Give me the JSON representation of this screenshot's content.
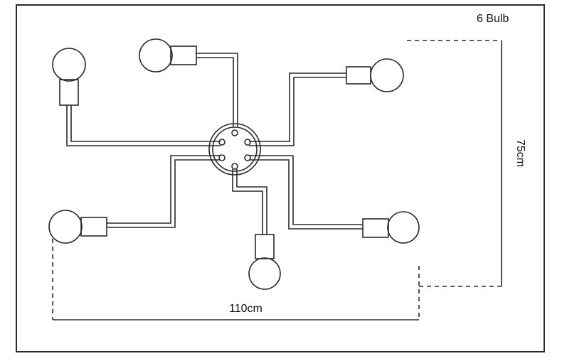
{
  "diagram": {
    "title": "6 Bulb",
    "width_dimension": "110cm",
    "height_dimension": "75cm",
    "bulb_count": 6,
    "colors": {
      "line": "#2a2a2a",
      "background": "#ffffff"
    }
  }
}
